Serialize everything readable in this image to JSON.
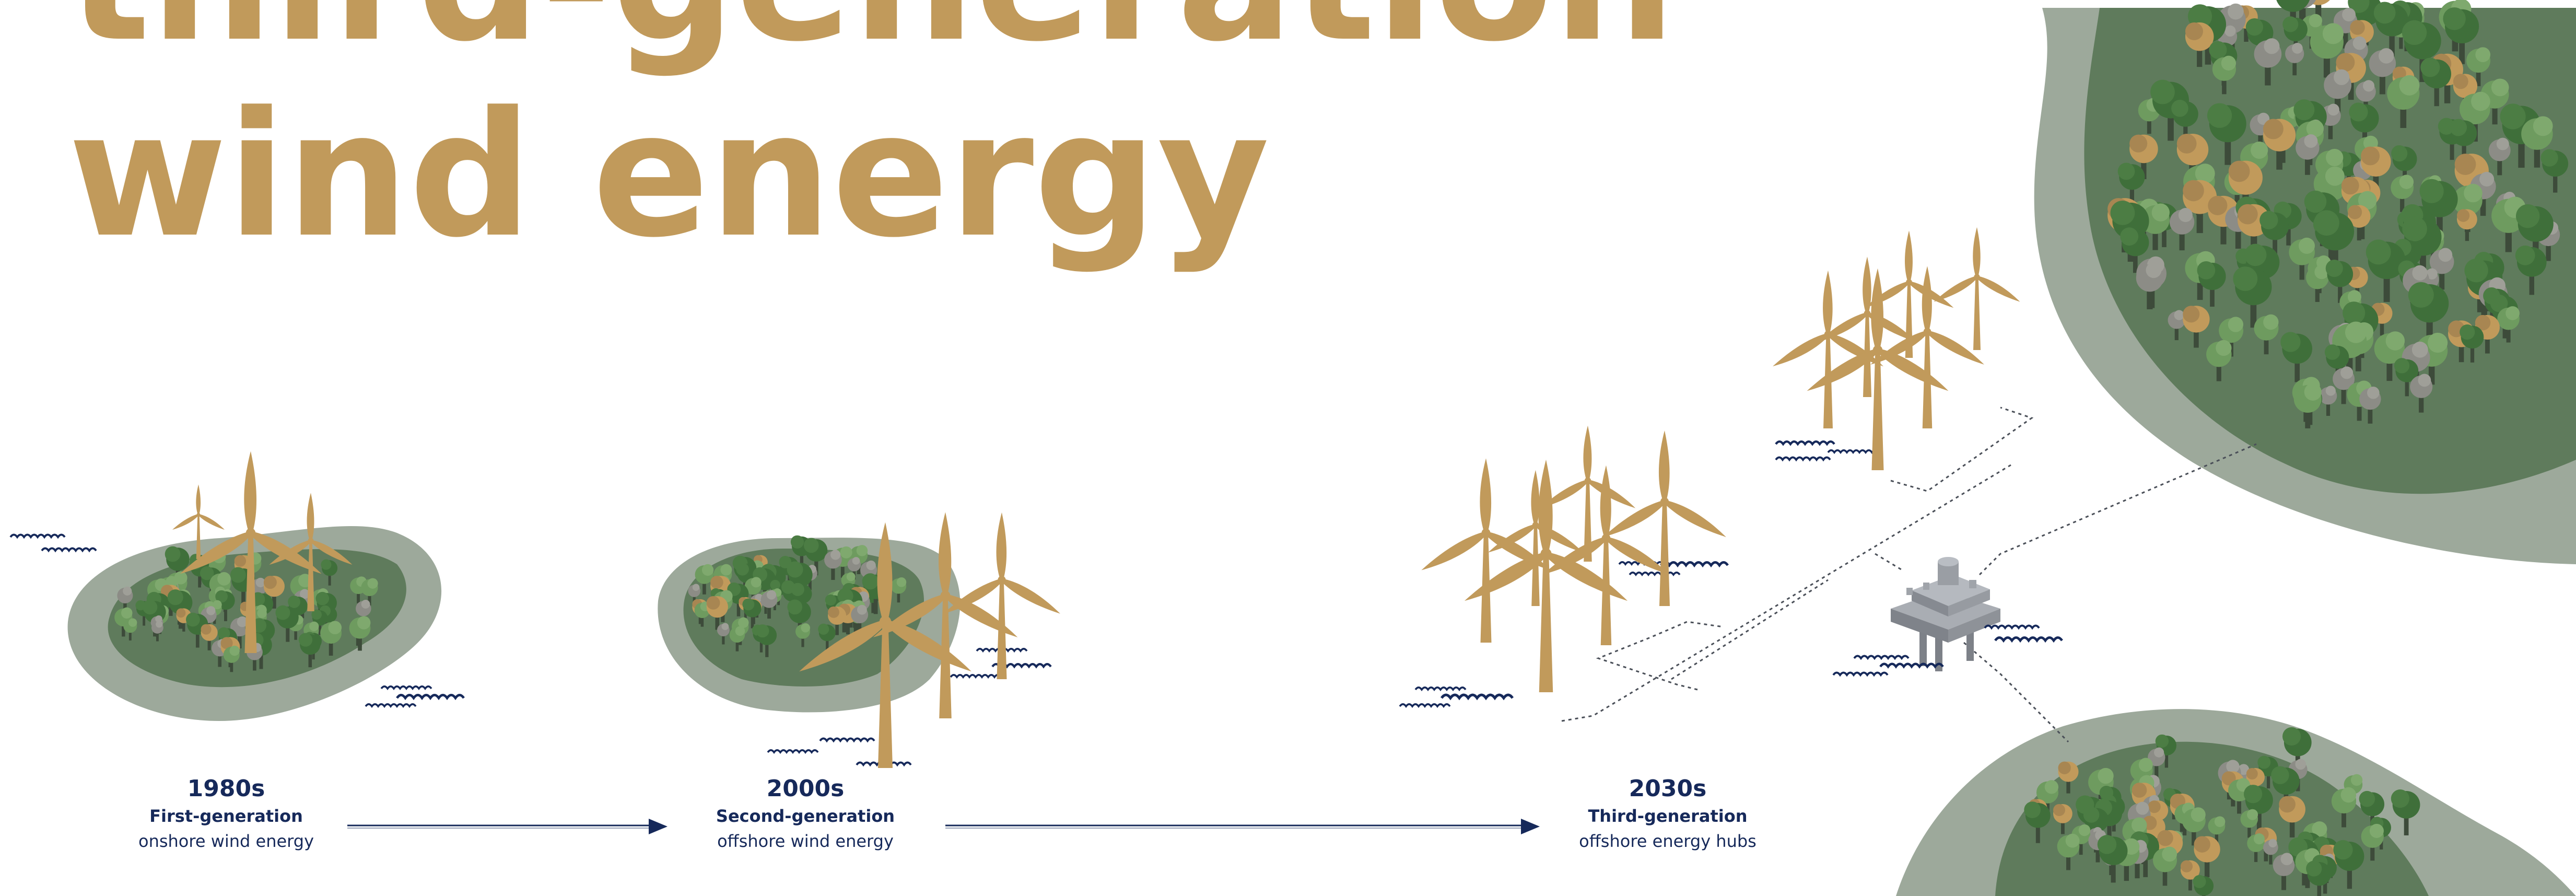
{
  "headline": {
    "line1": "third-generation",
    "line2": "wind energy"
  },
  "eras": [
    {
      "decade": "1980s",
      "generation": "First-generation",
      "description": "onshore wind energy"
    },
    {
      "decade": "2000s",
      "generation": "Second-generation",
      "description": "offshore wind energy"
    },
    {
      "decade": "2030s",
      "generation": "Third-generation",
      "description": "offshore energy hubs"
    }
  ],
  "colors": {
    "headline": "#C19A5B",
    "turbine": "#C19A5B",
    "text": "#16295A",
    "arrow": "#16295A",
    "island_outer": "#9DA99B",
    "island_inner": "#5F7B5C",
    "tree_dark": "#3F6F3A",
    "tree_mid": "#56874B",
    "tree_light": "#6E9B5F",
    "tree_gold": "#C19A5B",
    "tree_grey": "#8C8C86",
    "hub": "#8E9298",
    "cable": "#4A4F58",
    "waves": "#16295A"
  },
  "icons": [
    "wind-turbine-icon",
    "energy-hub-platform-icon",
    "forest-tree-icon",
    "wave-icon",
    "arrow-right-icon"
  ]
}
